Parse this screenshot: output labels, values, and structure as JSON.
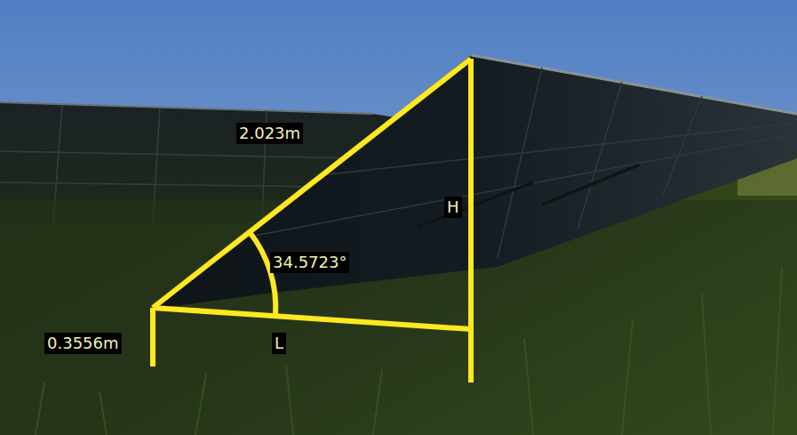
{
  "diagram": {
    "labels": [
      "2.023m",
      "34.5723°",
      "H",
      "L",
      "0.3556m"
    ]
  }
}
